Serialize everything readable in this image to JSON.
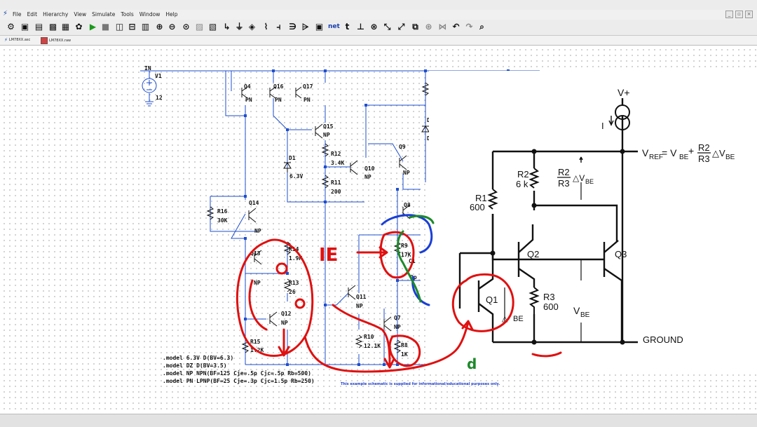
{
  "menu": {
    "items": [
      "File",
      "Edit",
      "Hierarchy",
      "View",
      "Simulate",
      "Tools",
      "Window",
      "Help"
    ]
  },
  "tabs": [
    {
      "label": "LM78XX.asc"
    },
    {
      "label": "LM78XX.raw"
    }
  ],
  "toolbar": {
    "icons": [
      "gear-icon",
      "open-icon",
      "folder-icon",
      "save-icon",
      "print-icon",
      "control-panel-icon",
      "run-icon",
      "stop-icon",
      "tile-icon",
      "cascade-icon",
      "window-icon",
      "zoom-in-icon",
      "zoom-out-icon",
      "zoom-fit-icon",
      "autorange-icon",
      "waveform-icon",
      "wire-icon",
      "ground-icon",
      "label-icon",
      "resistor-icon",
      "capacitor-icon",
      "inductor-icon",
      "diode-icon",
      "component-icon",
      "netname-icon",
      "text-icon",
      "spice-directive-icon",
      "delete-icon",
      "move-icon",
      "drag-icon",
      "paste-icon",
      "mirror-icon",
      "undo-icon",
      "redo-icon",
      "find-icon"
    ]
  },
  "schematic": {
    "labels": {
      "in": "IN",
      "v1": "V1",
      "v1_value": "12"
    },
    "components": [
      {
        "ref": "Q4",
        "model": "PN"
      },
      {
        "ref": "Q16",
        "model": "PN"
      },
      {
        "ref": "Q17",
        "model": "PN"
      },
      {
        "ref": "Q15",
        "model": "NP"
      },
      {
        "ref": "D1",
        "model": "6.3V"
      },
      {
        "ref": "R12",
        "value": "3.4K"
      },
      {
        "ref": "R11",
        "value": "200"
      },
      {
        "ref": "Q10",
        "model": "NP"
      },
      {
        "ref": "Q9",
        "model": "NP"
      },
      {
        "ref": "Q14",
        "model": "NP"
      },
      {
        "ref": "R16",
        "value": "30K"
      },
      {
        "ref": "Q8",
        "model": ""
      },
      {
        "ref": "R9",
        "value": "17K"
      },
      {
        "ref": "C1",
        "value": "0p"
      },
      {
        "ref": "Q13",
        "model": "NP"
      },
      {
        "ref": "R14",
        "value": "1.9K"
      },
      {
        "ref": "R13",
        "value": "26"
      },
      {
        "ref": "Q12",
        "model": "NP"
      },
      {
        "ref": "Q11",
        "model": "NP"
      },
      {
        "ref": "R10",
        "value": "12.1K"
      },
      {
        "ref": "Q7",
        "model": "NP"
      },
      {
        "ref": "R8",
        "value": "1K"
      },
      {
        "ref": "R15",
        "value": "1.2K"
      }
    ],
    "directives": [
      ".model 6.3V D(BV=6.3)",
      ".model DZ D(BV=3.5)",
      ".model NP NPN(BF=125 Cje=.5p Cjc=.5p Rb=500)",
      ".model PN LPNP(BF=25 Cje=.3p Cjc=1.5p Rb=250)"
    ],
    "note": "This example schematic is supplied for informational/educational purposes only.",
    "right_edge_letters": [
      "D",
      "D"
    ],
    "ellipsis": "..."
  },
  "figure": {
    "vplus": "V+",
    "current_label": "I",
    "vref_eq": "V",
    "vref_sub": "REF",
    "eq_mid": " = V",
    "eq_be": "BE",
    "eq_plus": "+",
    "r2": "R2",
    "r3": "R3",
    "delta_vbe": "△V",
    "delta_sub": "BE",
    "r2_label": "R2",
    "r2_value": "6 k",
    "r1_label": "R1",
    "r1_value": "600",
    "r3_label": "R3",
    "r3_value": "600",
    "q1": "Q1",
    "q2": "Q2",
    "q3": "Q3",
    "vbe": "V",
    "vbe_sub": "BE",
    "dvbe_small": "△",
    "dvbe_small_sub": "BE",
    "ground": "GROUND"
  },
  "annotations": {
    "ie": "IE",
    "zero": "0",
    "d": "d"
  },
  "colors": {
    "wire": "#1f4fcf",
    "junction": "#1f4fcf",
    "annot_red": "#e01010",
    "annot_blue": "#1a3fd6",
    "annot_green": "#1d8a2a"
  }
}
